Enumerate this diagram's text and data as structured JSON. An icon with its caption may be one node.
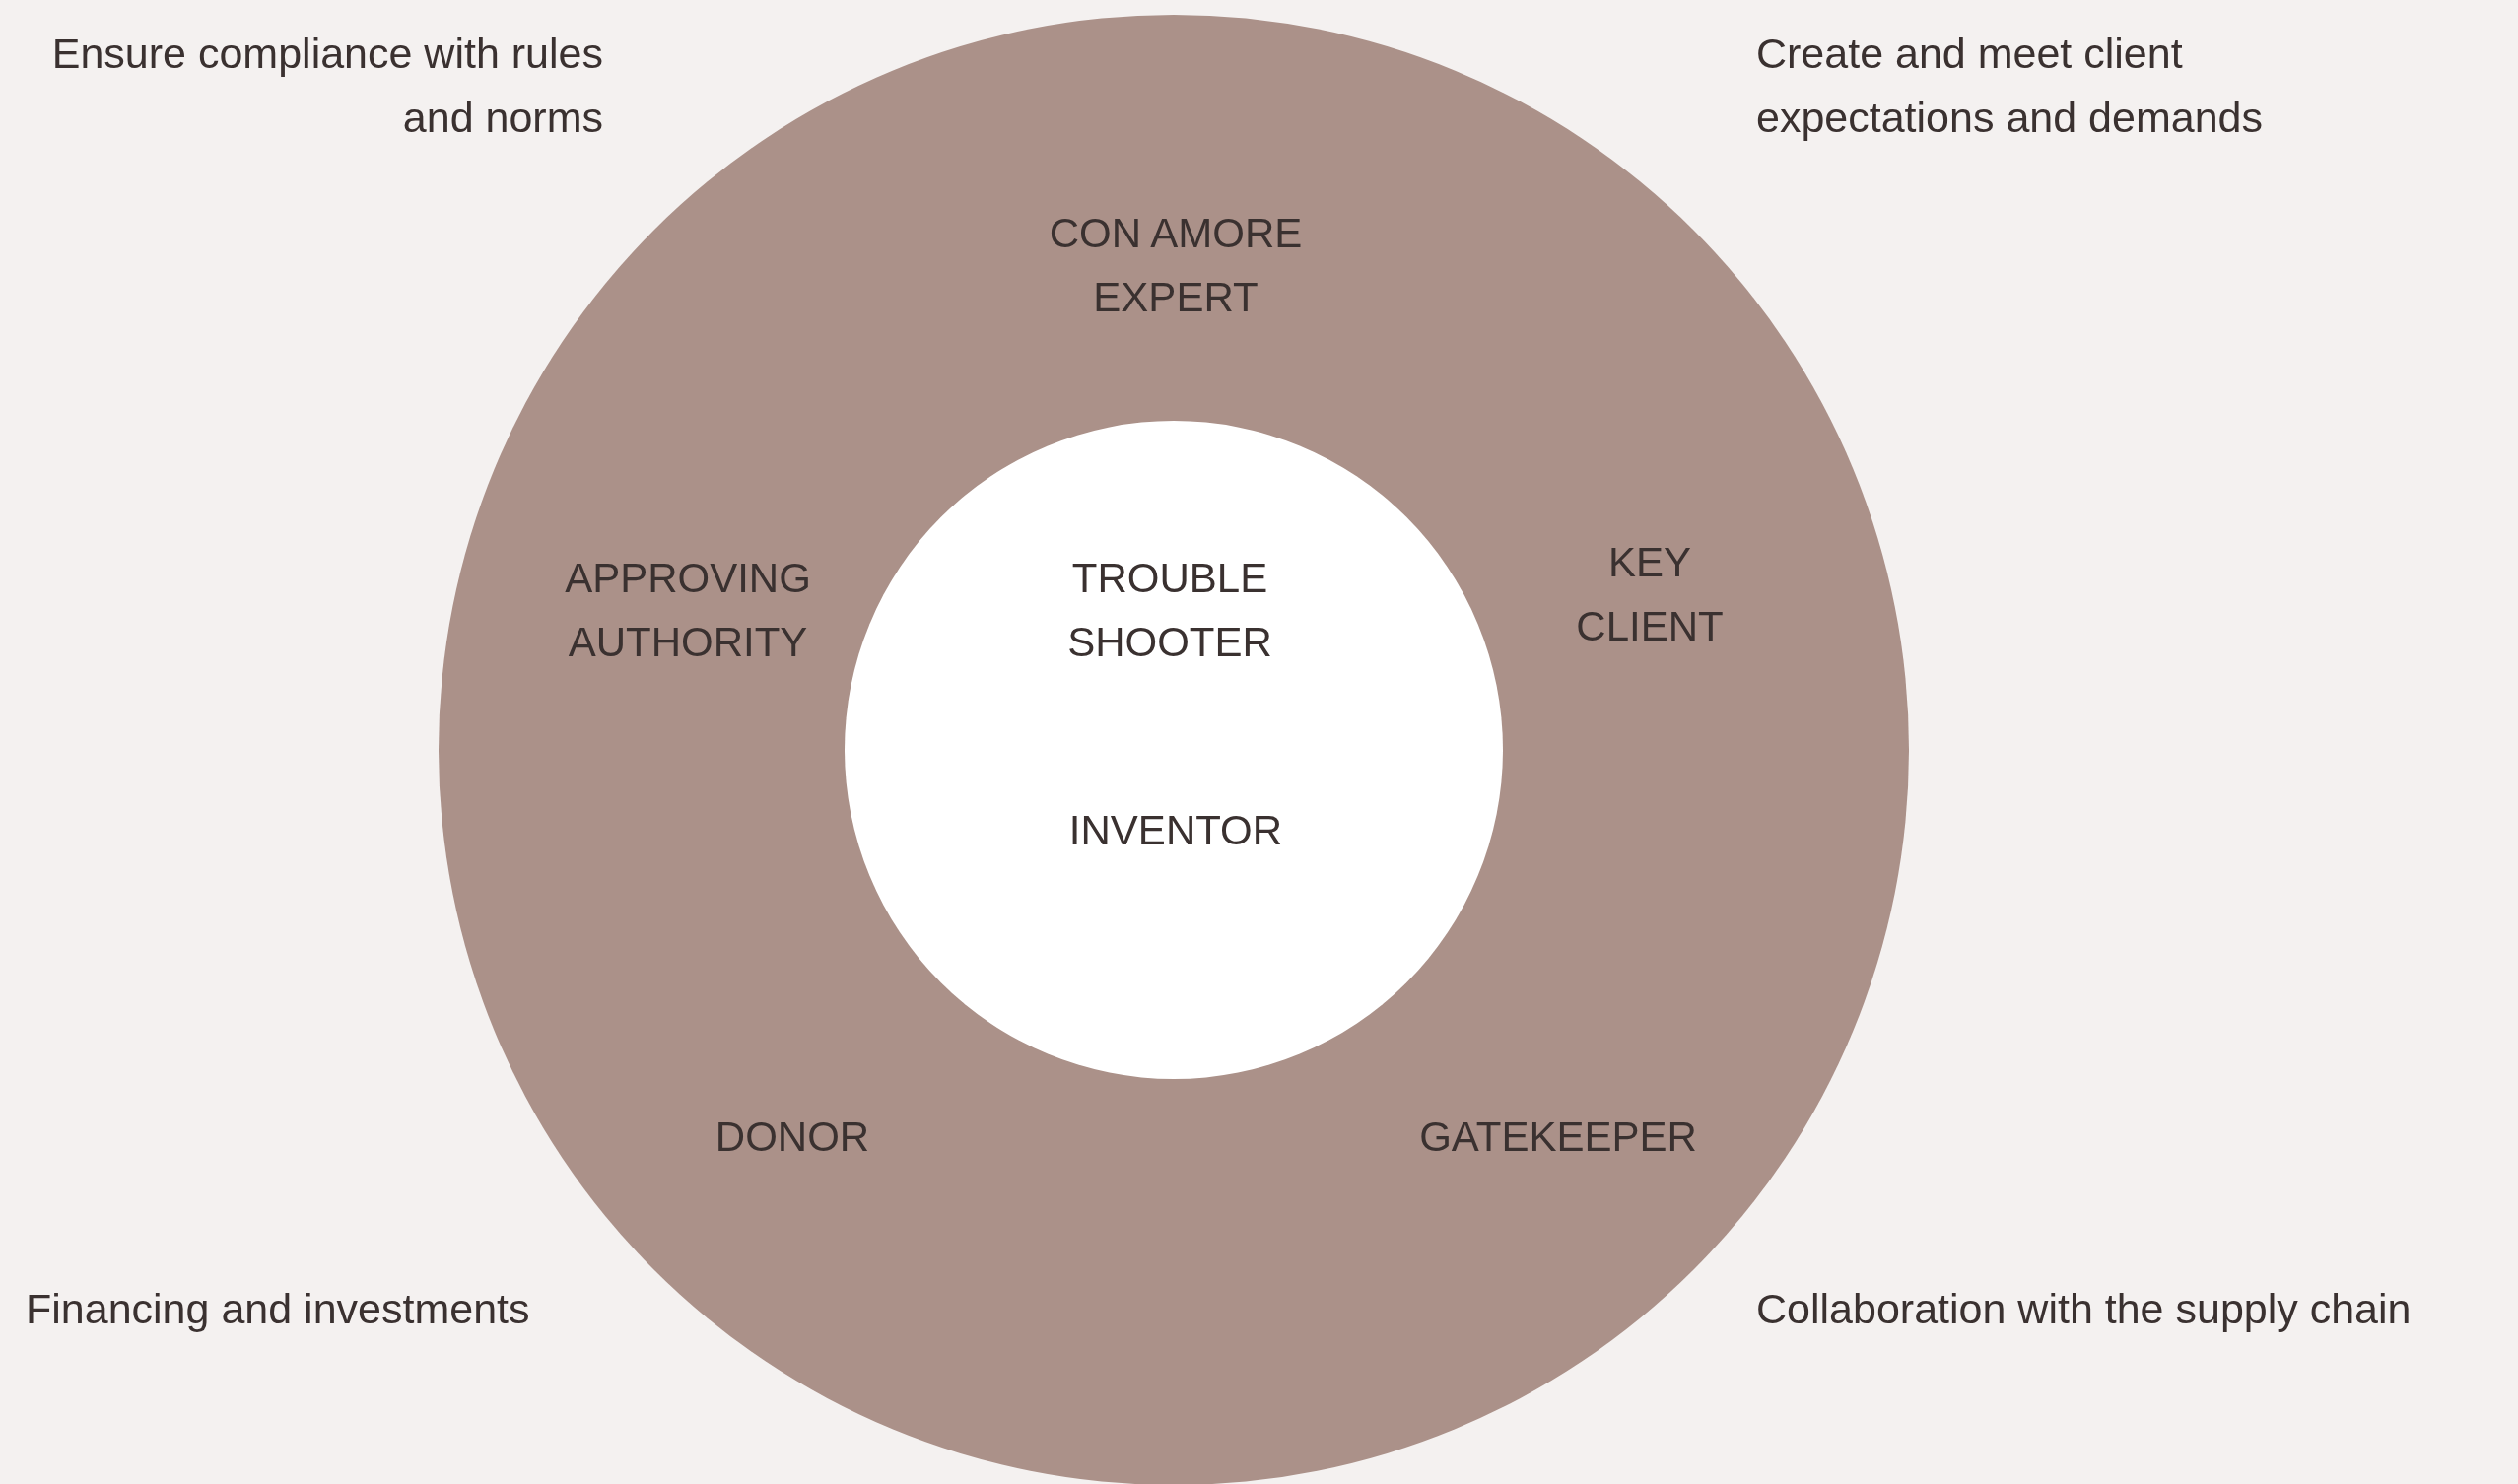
{
  "diagram": {
    "nodes": [
      {
        "text": [
          "CON AMORE EXPERT",
          "APPROVING AUTHORITY",
          "KEY CLIENT",
          "DONOR",
          "GATEKEEPER"
        ]
      },
      {
        "text": [
          "TROUBLE SHOOTER",
          "INVENTOR"
        ],
        "in": 0
      }
    ],
    "edges": [],
    "labels": [
      "Ensure compliance with rules and norms",
      "Create and meet client expectations and demands",
      "Financing and investments",
      "Collaboration with the supply chain"
    ]
  }
}
